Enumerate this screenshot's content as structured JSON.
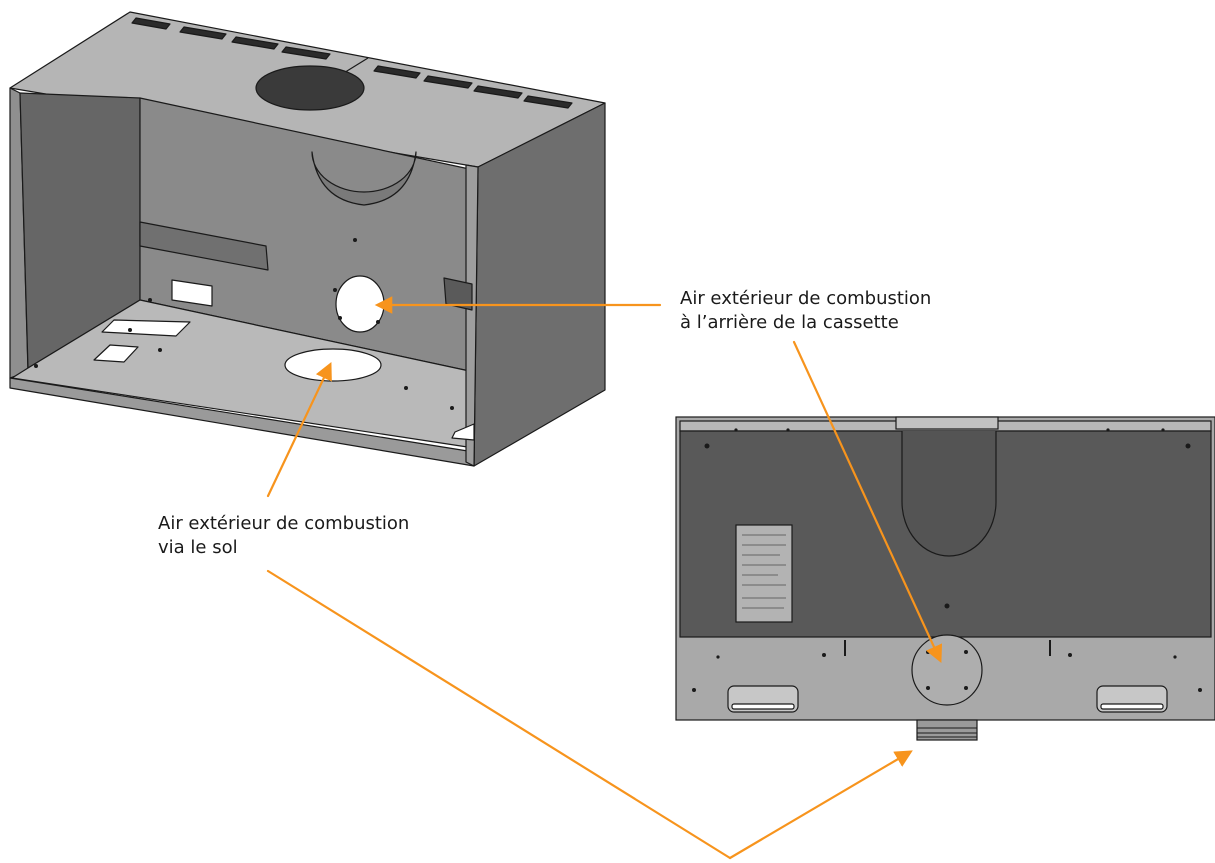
{
  "callouts": {
    "rear_air": {
      "line1": "Air extérieur de combustion",
      "line2": "à l’arrière de la cassette"
    },
    "floor_air": {
      "line1": "Air extérieur de combustion",
      "line2": "via le sol"
    }
  },
  "colors": {
    "arrow": "#f7941d",
    "steel_light": "#a6a6a6",
    "steel_mid": "#8c8c8c",
    "steel_dark": "#5f5f5f",
    "panel_dark": "#595959",
    "outline": "#1a1a1a"
  }
}
